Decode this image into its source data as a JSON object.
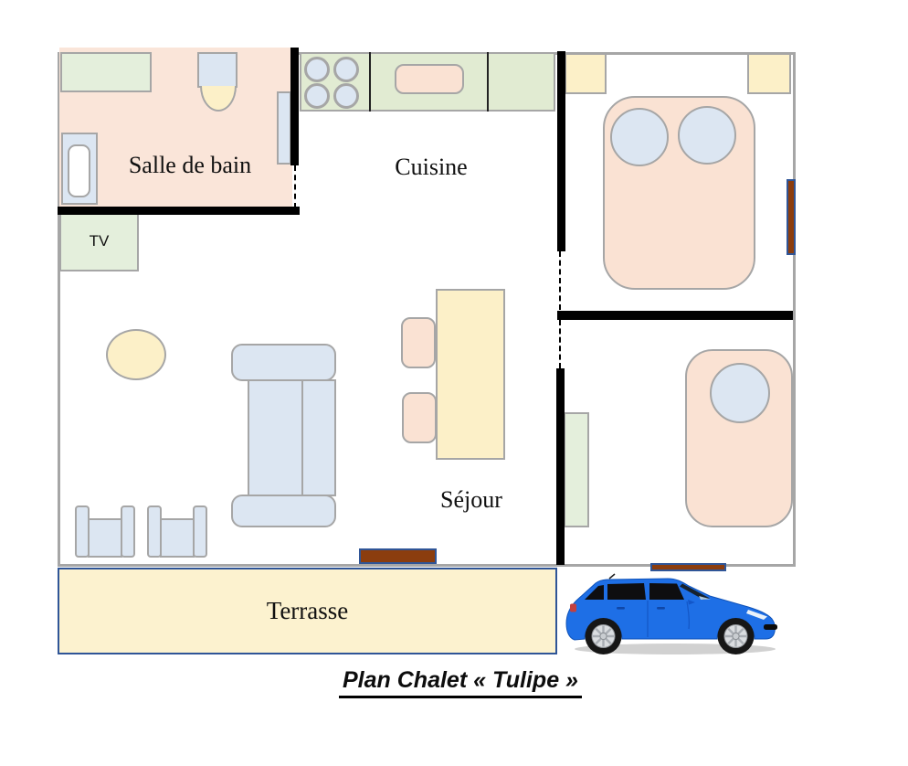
{
  "title": {
    "text": "Plan Chalet « Tulipe »"
  },
  "rooms": {
    "bathroom": {
      "label": "Salle de bain"
    },
    "kitchen": {
      "label": "Cuisine"
    },
    "living_room": {
      "label": "Séjour"
    },
    "terrace": {
      "label": "Terrasse"
    },
    "tv_unit": {
      "label": "TV"
    }
  },
  "palette": {
    "wall": "#000000",
    "outline": "#A6A6A6",
    "floor_pink": "#FAE5D9",
    "item_pink": "#FAE2D3",
    "item_green": "#E4EFDC",
    "counter_green": "#E1EBD2",
    "item_blue": "#DCE6F2",
    "item_yellow": "#FCF0C8",
    "terrace_yellow": "#FCF2CF",
    "navy": "#2F5597",
    "brown": "#8B3D0E",
    "car_blue": "#1E6FE6"
  }
}
